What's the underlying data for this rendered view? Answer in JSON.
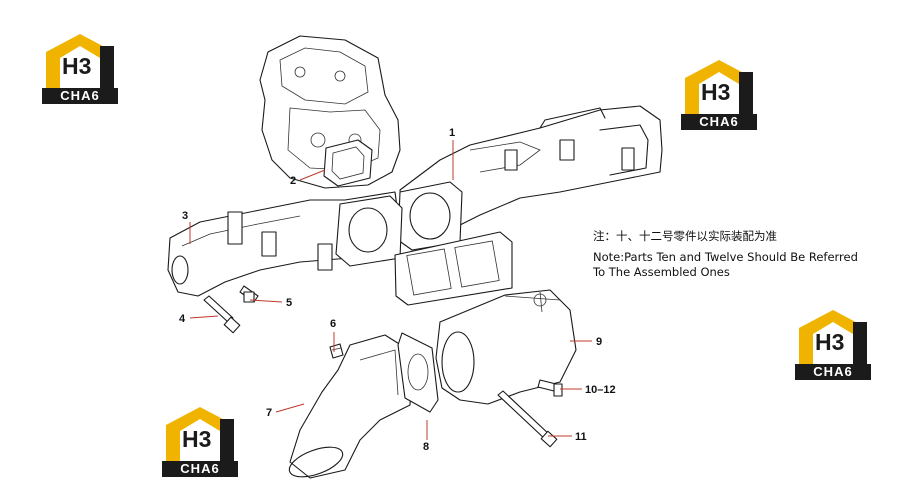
{
  "callouts": [
    {
      "label": "1"
    },
    {
      "label": "2"
    },
    {
      "label": "3"
    },
    {
      "label": "4"
    },
    {
      "label": "5"
    },
    {
      "label": "6"
    },
    {
      "label": "7"
    },
    {
      "label": "8"
    },
    {
      "label": "9"
    },
    {
      "label": "10–12"
    },
    {
      "label": "11"
    }
  ],
  "note": {
    "line_cn": "注：十、十二号零件以实际装配为准",
    "line_en_1": "Note:Parts Ten and Twelve Should Be Referred",
    "line_en_2": "To The Assembled Ones"
  },
  "watermark": {
    "mark": "H3",
    "text": "CHA6",
    "colors": {
      "roof": "#f0b400",
      "dark": "#1b1b1b"
    }
  },
  "colors": {
    "leader": "#c0392b",
    "line": "#1a1a1a"
  }
}
